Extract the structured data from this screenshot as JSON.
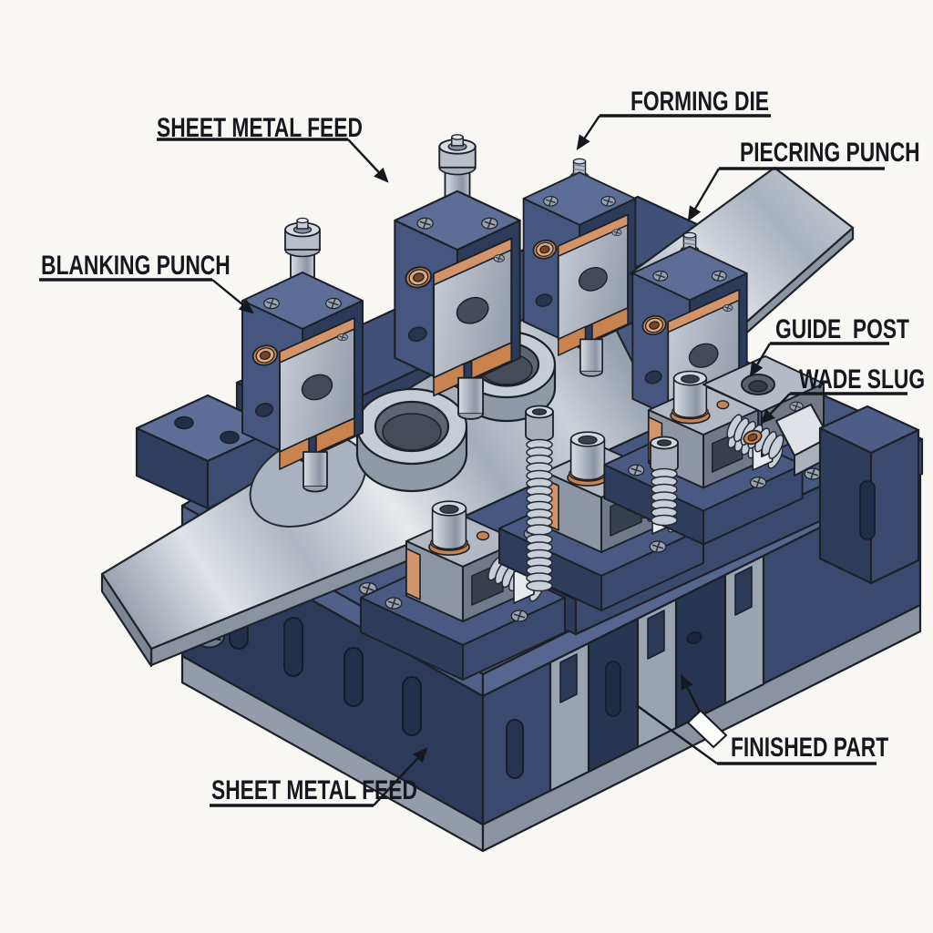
{
  "figure": {
    "kind": "isometric technical illustration",
    "subject": "progressive die stamping press",
    "background": "#f8f7f4",
    "ink": "#15181e",
    "palette": {
      "blue_dark": "#2d3b5b",
      "blue_mid": "#45577f",
      "blue_top": "#5c6e96",
      "steel_light": "#d2d7de",
      "steel_mid": "#a8afbb",
      "steel_dark": "#70788a",
      "copper": "#c8834f",
      "copper_light": "#d99c6f"
    },
    "labels": [
      {
        "id": "sheet-metal-feed-top",
        "text": "SHEET METAL FEED"
      },
      {
        "id": "forming-die",
        "text": "FORMING DIE"
      },
      {
        "id": "piercing-punch",
        "text": "PIECRING PUNCH"
      },
      {
        "id": "blanking-punch",
        "text": "BLANKING PUNCH"
      },
      {
        "id": "guide-post",
        "text": "GUIDE  POST"
      },
      {
        "id": "wade-slug",
        "text": "WADE SLUG"
      },
      {
        "id": "finished-part",
        "text": "FINISHED PART"
      },
      {
        "id": "sheet-metal-feed-bottom",
        "text": "SHEET METAL FEED"
      }
    ]
  }
}
